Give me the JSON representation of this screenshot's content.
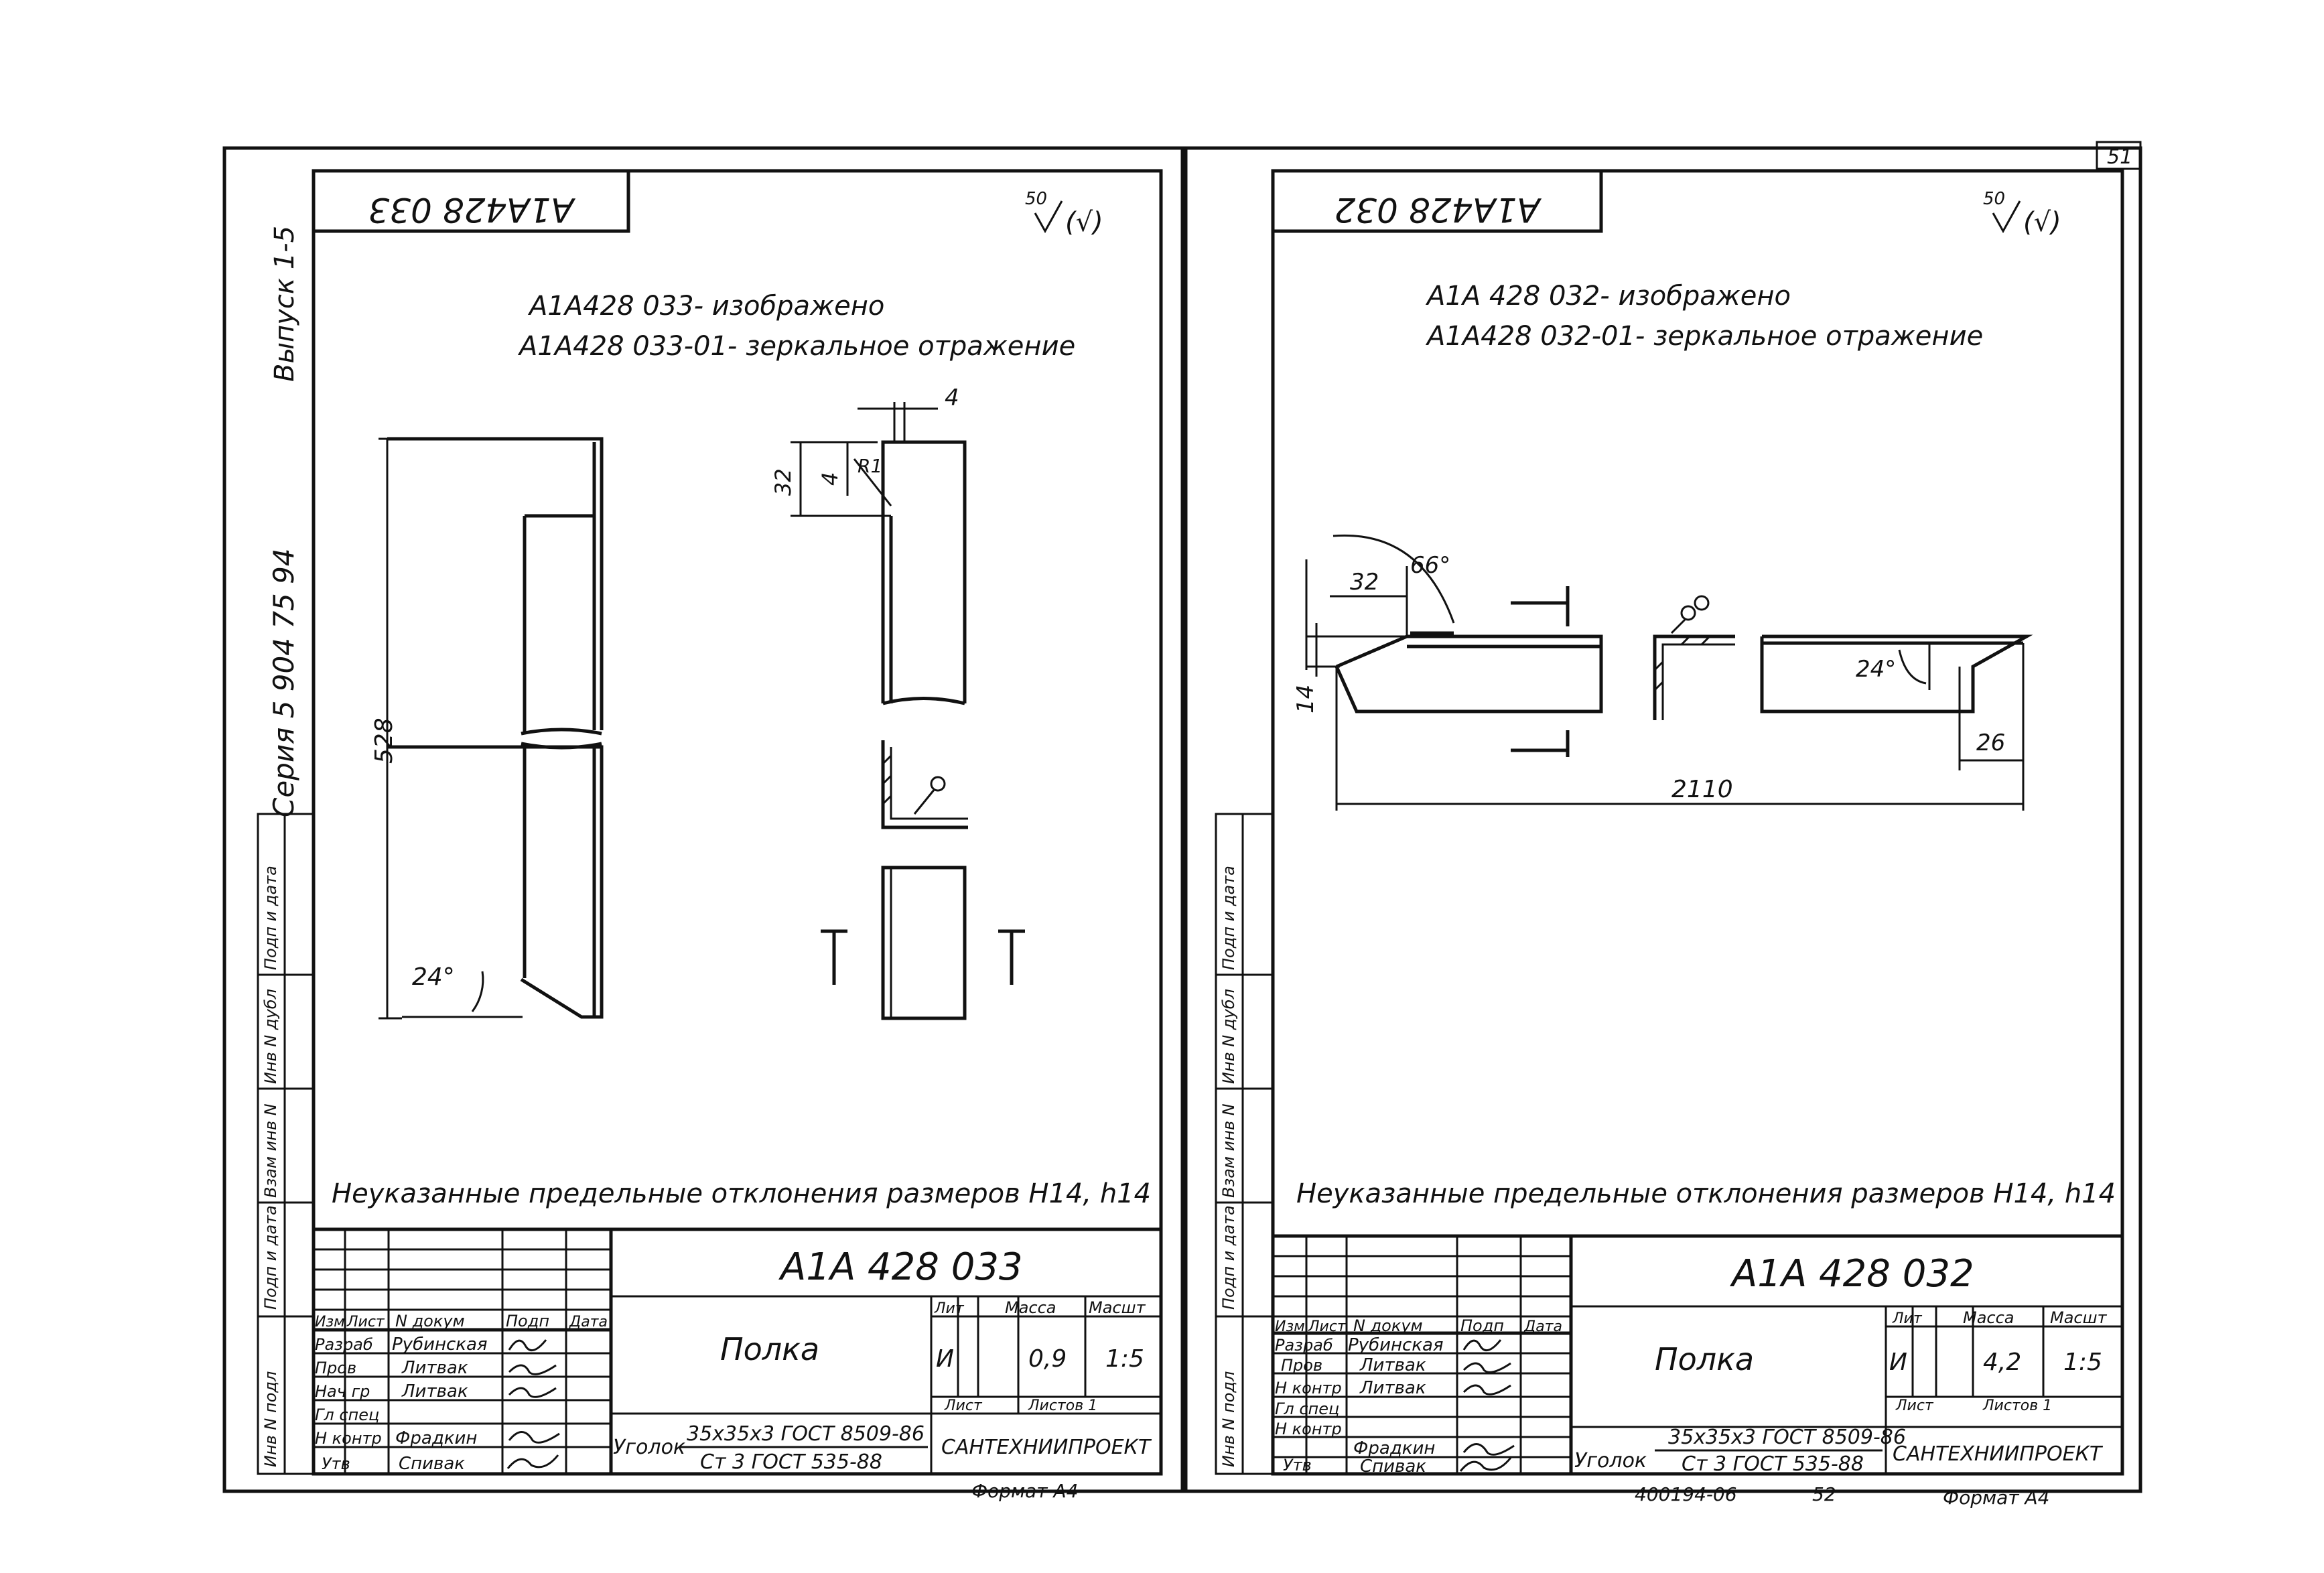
{
  "page_number": "51",
  "series_text": "Серия  5 904 75 94",
  "issue_text": "Выпуск 1-5",
  "side_stamp_labels": [
    "Инв N подл",
    "Подп и дата",
    "Взам инв N",
    "Инв N дубл",
    "Подп и дата"
  ],
  "footer_code": "400194-06",
  "footer_number": "52",
  "left": {
    "mirrored_code": "А1А428 033",
    "roughness": "50",
    "note_line1": "А1А428 033- изображено",
    "note_line2": "А1А428 033-01- зеркальное отражение",
    "dims": {
      "length": "528",
      "angle": "24°",
      "height": "32",
      "offset": "4",
      "radius": "R1",
      "thick": "4"
    },
    "tolerance_note": "Неуказанные предельные отклонения размеров H14, h14",
    "title_block": {
      "designation": "А1А 428 033",
      "part_name": "Полка",
      "col_headers": [
        "Изм",
        "Лист",
        "N докум",
        "Подп",
        "Дата"
      ],
      "roles": [
        "Разраб",
        "Пров",
        "Нач гр",
        "Гл спец",
        "Н контр",
        "Утв"
      ],
      "names": [
        "Рубинская",
        "Литвак",
        "Литвак",
        "",
        "Фрадкин",
        "Спивак"
      ],
      "lit_label": "Лит",
      "mass_label": "Масса",
      "scale_label": "Масшт",
      "lit_value": "И",
      "mass_value": "0,9",
      "scale_value": "1:5",
      "sheet_label": "Лист",
      "sheets_label": "Листов 1",
      "material_prefix": "Уголок",
      "material_top": "35x35x3 ГОСТ 8509-86",
      "material_bottom": "Ст 3 ГОСТ 535-88",
      "organization": "САНТЕХНИИПРОЕКТ",
      "format": "Формат А4"
    }
  },
  "right": {
    "mirrored_code": "А1А428 032",
    "roughness": "50",
    "note_line1": "А1А 428 032- изображено",
    "note_line2": "А1А428 032-01- зеркальное отражение",
    "dims": {
      "angle_top": "66°",
      "offset": "32",
      "height": "14",
      "angle": "24°",
      "cut": "26",
      "length": "2110"
    },
    "tolerance_note": "Неуказанные предельные отклонения размеров H14, h14",
    "title_block": {
      "designation": "А1А 428 032",
      "part_name": "Полка",
      "col_headers": [
        "Изм",
        "Лист",
        "N докум",
        "Подп",
        "Дата"
      ],
      "roles": [
        "Разраб",
        "Пров",
        "Н контр",
        "Гл спец",
        "Н контр",
        "Утв"
      ],
      "names": [
        "Рубинская",
        "Литвак",
        "Литвак",
        "",
        "Фрадкин",
        "Спивак"
      ],
      "lit_label": "Лит",
      "mass_label": "Масса",
      "scale_label": "Масшт",
      "lit_value": "И",
      "mass_value": "4,2",
      "scale_value": "1:5",
      "sheet_label": "Лист",
      "sheets_label": "Листов 1",
      "material_prefix": "Уголок",
      "material_top": "35x35x3 ГОСТ 8509-86",
      "material_bottom": "Ст 3 ГОСТ 535-88",
      "organization": "САНТЕХНИИПРОЕКТ",
      "format": "Формат А4"
    }
  }
}
